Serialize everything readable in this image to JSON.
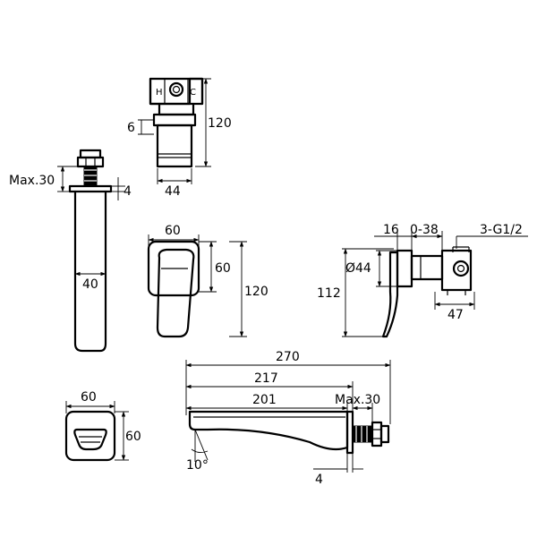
{
  "labels": {
    "mount_h_top": "6",
    "mount_height": "120",
    "mount_width": "44",
    "spout_proj": "Max.30",
    "spout_plate": "4",
    "spout_width": "40",
    "plate_width": "60",
    "plate_height": "60",
    "plate_total_height": "120",
    "side_depth": "16",
    "side_range": "0-38",
    "side_thread": "3-G1/2",
    "side_dia": "Ø44",
    "side_height": "112",
    "side_body": "47",
    "spout_270": "270",
    "spout_217": "217",
    "spout_201": "201",
    "spout_max": "Max.30",
    "spout_4": "4",
    "spout_angle": "10°",
    "small_width": "60",
    "small_height": "60"
  }
}
